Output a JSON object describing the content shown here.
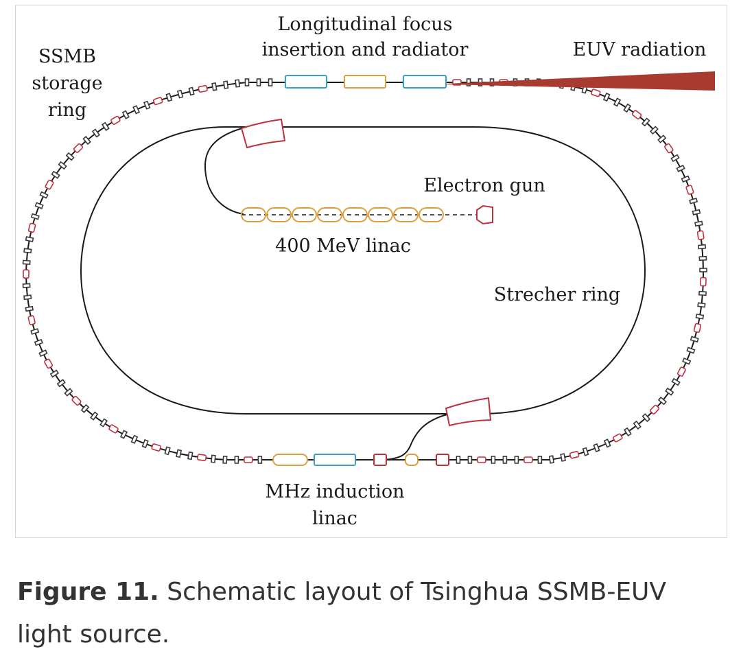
{
  "labels": {
    "top_label_1": "Longitudinal focus",
    "top_label_2": "insertion and radiator",
    "storage_1": "SSMB",
    "storage_2": "storage",
    "storage_3": "ring",
    "euv": "EUV radiation",
    "electron_gun": "Electron gun",
    "linac_400": "400 MeV linac",
    "strecher": "Strecher ring",
    "induction_1": "MHz induction",
    "induction_2": "linac"
  },
  "caption": {
    "number": "Figure 11.",
    "text": "Schematic layout of Tsinghua SSMB-EUV light source."
  },
  "colors": {
    "ring_line": "#1a1a1a",
    "dipole": "#c0303a",
    "quad": "#3a3a3a",
    "cyan_component": "#3aa0c8",
    "orange_component": "#d8a040",
    "euv_beam": "#a83a30"
  },
  "icons": {
    "electron_gun": "electron-gun-icon",
    "linac_cavity": "linac-cavity-icon",
    "dipole": "dipole-magnet-icon",
    "quadrupole": "quadrupole-magnet-icon"
  }
}
